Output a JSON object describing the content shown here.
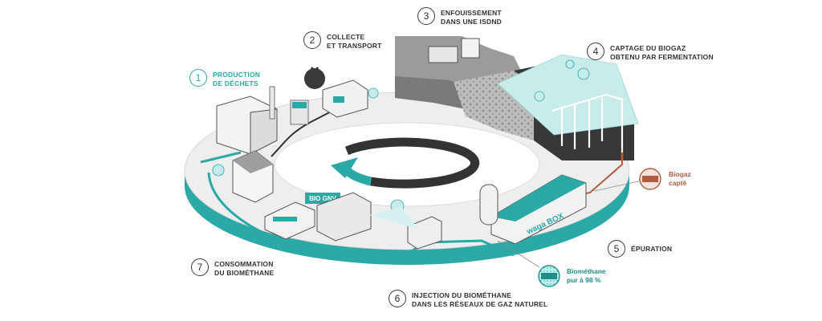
{
  "steps": [
    {
      "num": "1",
      "label": "PRODUCTION\nDE DÉCHETS"
    },
    {
      "num": "2",
      "label": "COLLECTE\nET TRANSPORT"
    },
    {
      "num": "3",
      "label": "ENFOUISSEMENT\nDANS UNE ISDND"
    },
    {
      "num": "4",
      "label": "CAPTAGE DU BIOGAZ\nOBTENU PAR FERMENTATION"
    },
    {
      "num": "5",
      "label": "ÉPURATION"
    },
    {
      "num": "6",
      "label": "INJECTION DU BIOMÉTHANE\nDANS LES RÉSEAUX DE GAZ NATUREL"
    },
    {
      "num": "7",
      "label": "CONSOMMATION\nDU BIOMÉTHANE"
    }
  ],
  "badges": {
    "biogaz": "Biogaz\ncapté",
    "biomethane": "Biométhane\npur à 98 %"
  },
  "signs": {
    "bio_gnv": "BIO GNV",
    "wagabox": "waga BOX"
  },
  "colors": {
    "teal": "#2aa9a6",
    "copper": "#b05d42",
    "dark": "#333333"
  }
}
